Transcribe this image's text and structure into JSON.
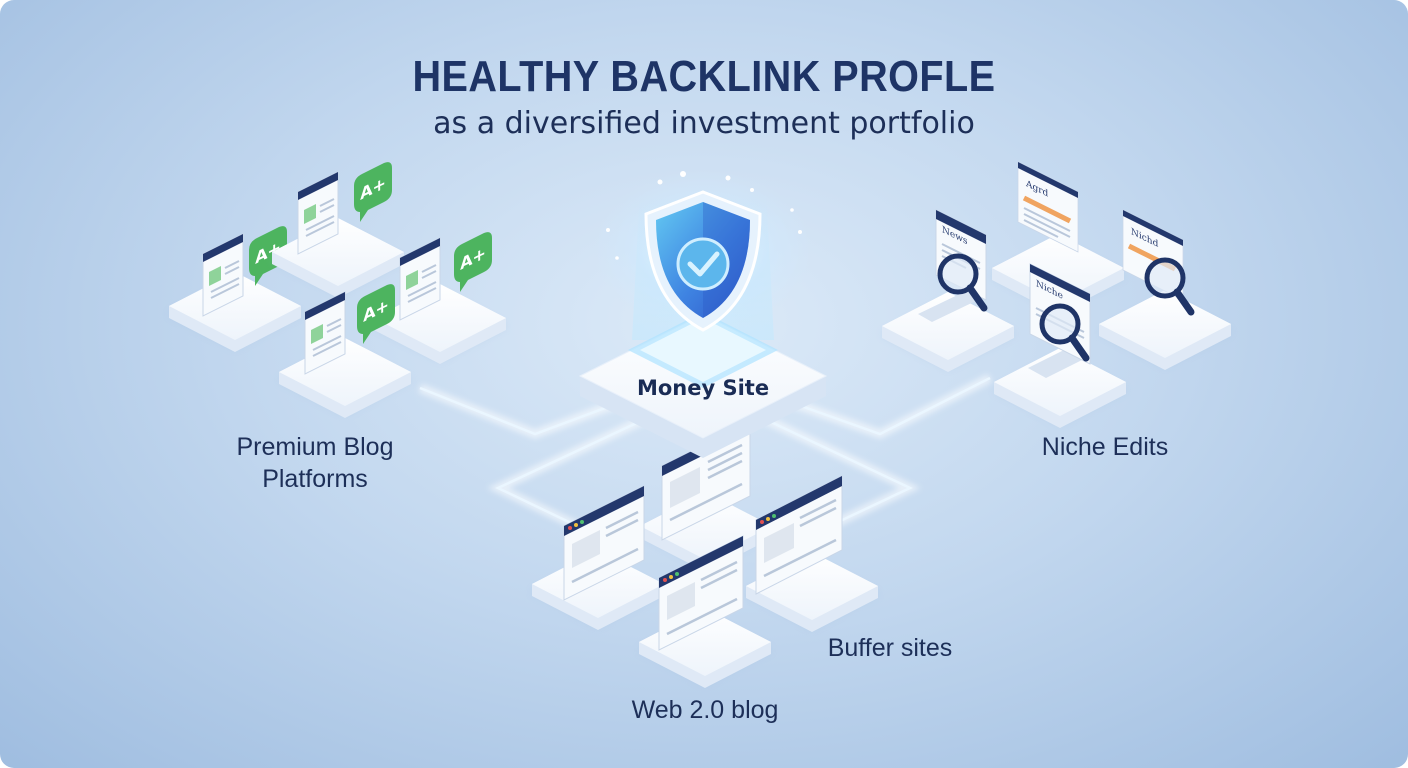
{
  "title": "HEALTHY BACKLINK PROFLE",
  "subtitle": "as a diversified investment portfolio",
  "center": {
    "label": "Money Site",
    "icon": "shield-check-icon"
  },
  "groups": {
    "premium": {
      "label_line1": "Premium Blog",
      "label_line2": "Platforms",
      "badge": "A+",
      "icon": "grade-badge-icon"
    },
    "niche": {
      "label": "Niche Edits",
      "page_titles": [
        "News",
        "Agrd",
        "Niche",
        "Nichd"
      ],
      "icon": "magnifier-icon"
    },
    "buffer": {
      "label": "Buffer sites"
    },
    "web20": {
      "label": "Web 2.0 blog"
    }
  },
  "colors": {
    "navy": "#1e3466",
    "accent_blue": "#3f7ee0",
    "badge_green": "#47b45a",
    "connector_glow": "#eaf6ff",
    "niche_orange": "#f0a460"
  }
}
